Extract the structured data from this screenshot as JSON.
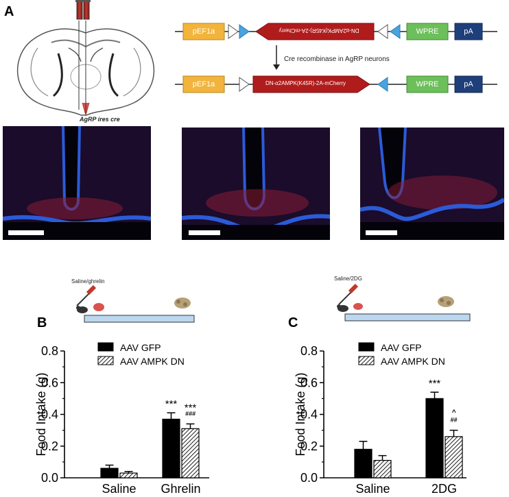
{
  "panel_a": {
    "letter": "A",
    "brain_label": "AgRP ires cre",
    "construct_top": {
      "promoter": "pEF1a",
      "insert": "DN-α2AMPK(K45R)-2A-mCherry",
      "wpre": "WPRE",
      "pa": "pA"
    },
    "recombination_label": "Cre recombinase  in AgRP neurons",
    "construct_bottom": {
      "promoter": "pEF1a",
      "insert": "DN-α2AMPK(K45R)-2A-mCherry",
      "wpre": "WPRE",
      "pa": "pA"
    }
  },
  "panel_b": {
    "letter": "B",
    "schematic_label": "Saline/ghrelin"
  },
  "panel_c": {
    "letter": "C",
    "schematic_label": "Saline/2DG"
  },
  "chart_data": [
    {
      "type": "bar",
      "categories": [
        "Saline",
        "Ghrelin"
      ],
      "series": [
        {
          "name": "AAV GFP",
          "values": [
            0.06,
            0.37
          ],
          "errors": [
            0.02,
            0.04
          ],
          "color": "#000000",
          "pattern": "solid"
        },
        {
          "name": "AAV AMPK DN",
          "values": [
            0.03,
            0.31
          ],
          "errors": [
            0.01,
            0.03
          ],
          "color": "#ffffff",
          "pattern": "hatched"
        }
      ],
      "annotations": [
        {
          "category": 1,
          "series": 0,
          "text": "***"
        },
        {
          "category": 1,
          "series": 1,
          "text": "***"
        },
        {
          "category": 1,
          "series": 1,
          "text": "###"
        }
      ],
      "ylabel": "Food Intake (g)",
      "xlabel": "",
      "ylim": [
        0,
        0.8
      ],
      "yticks": [
        "0.0",
        "0.2",
        "0.4",
        "0.6",
        "0.8"
      ],
      "legend": "top-left"
    },
    {
      "type": "bar",
      "categories": [
        "Saline",
        "2DG"
      ],
      "series": [
        {
          "name": "AAV GFP",
          "values": [
            0.18,
            0.5
          ],
          "errors": [
            0.05,
            0.04
          ],
          "color": "#000000",
          "pattern": "solid"
        },
        {
          "name": "AAV AMPK DN",
          "values": [
            0.11,
            0.26
          ],
          "errors": [
            0.03,
            0.04
          ],
          "color": "#ffffff",
          "pattern": "hatched"
        }
      ],
      "annotations": [
        {
          "category": 1,
          "series": 0,
          "text": "***"
        },
        {
          "category": 1,
          "series": 1,
          "text": "^"
        },
        {
          "category": 1,
          "series": 1,
          "text": "##"
        }
      ],
      "ylabel": "Food Intake (g)",
      "xlabel": "",
      "ylim": [
        0,
        0.8
      ],
      "yticks": [
        "0.0",
        "0.2",
        "0.4",
        "0.6",
        "0.8"
      ],
      "legend": "top-left"
    }
  ]
}
